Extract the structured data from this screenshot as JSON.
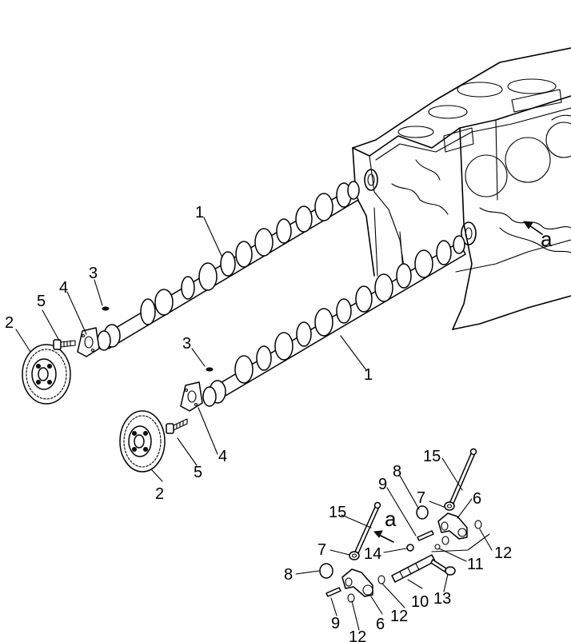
{
  "callouts": {
    "camshaft_upper": "1",
    "camshaft_lower": "1",
    "gear_left": "2",
    "gear_right": "2",
    "key_upper": "3",
    "key_lower": "3",
    "plate_upper": "4",
    "plate_lower": "4",
    "bolt_upper": "5",
    "bolt_lower": "5",
    "tappet_right": "6",
    "tappet_left": "6",
    "nut_right": "7",
    "nut_left": "7",
    "roller_right": "8",
    "roller_left": "8",
    "pin_right": "9",
    "pin_left": "9",
    "shaft": "10",
    "washer_center": "11",
    "ring_right": "12",
    "ring_center": "12",
    "ring_bottom": "12",
    "bolt_small": "13",
    "ring_small": "14",
    "pushrod_right": "15",
    "pushrod_left": "15"
  },
  "view_markers": {
    "block_arrow": "a",
    "detail_arrow": "a"
  }
}
